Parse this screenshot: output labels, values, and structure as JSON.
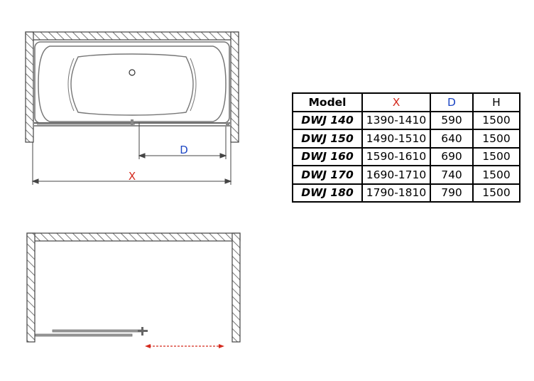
{
  "diagram": {
    "top_view": {
      "dim_d_label": "D",
      "dim_x_label": "X"
    },
    "colors": {
      "x": "#d42a1e",
      "d": "#1d47c4",
      "wall": "#444444",
      "door_arrow": "#d42a1e"
    }
  },
  "table": {
    "headers": [
      "Model",
      "X",
      "D",
      "H"
    ],
    "rows": [
      [
        "DWJ 140",
        "1390-1410",
        "590",
        "1500"
      ],
      [
        "DWJ 150",
        "1490-1510",
        "640",
        "1500"
      ],
      [
        "DWJ 160",
        "1590-1610",
        "690",
        "1500"
      ],
      [
        "DWJ 170",
        "1690-1710",
        "740",
        "1500"
      ],
      [
        "DWJ 180",
        "1790-1810",
        "790",
        "1500"
      ]
    ]
  }
}
